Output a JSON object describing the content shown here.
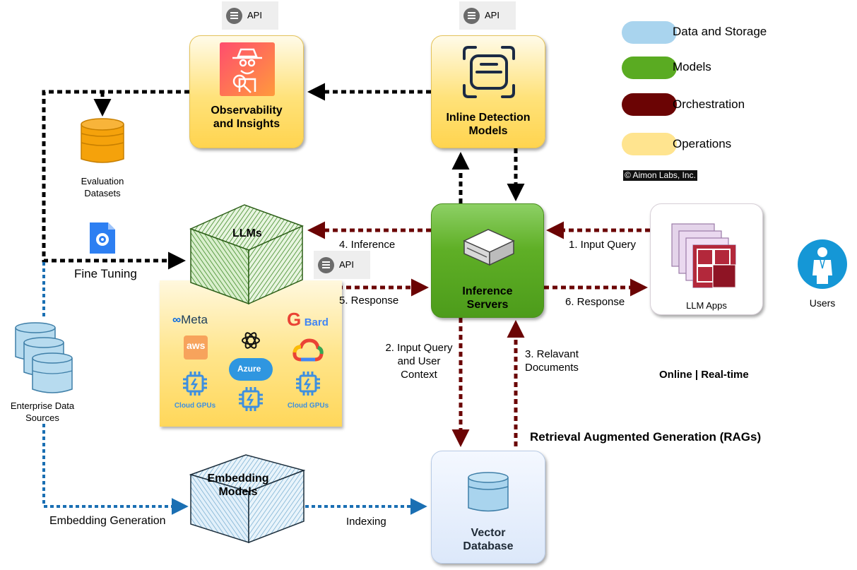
{
  "legend": {
    "items": [
      {
        "label": "Data and Storage",
        "color": "#a9d4ee"
      },
      {
        "label": "Models",
        "color": "#5aab22"
      },
      {
        "label": "Orchestration",
        "color": "#6b0404"
      },
      {
        "label": "Operations",
        "color": "#ffe48f"
      }
    ],
    "copyright": "© Aimon Labs, Inc."
  },
  "api_label": "API",
  "nodes": {
    "observability": "Observability and Insights",
    "inline_detection": "Inline Detection Models",
    "llms": "LLMs",
    "inference_servers": "Inference Servers",
    "llm_apps": "LLM Apps",
    "users": "Users",
    "evaluation_datasets": "Evaluation Datasets",
    "enterprise_sources": "Enterprise Data Sources",
    "embedding_models": "Embedding Models",
    "vector_database": "Vector Database"
  },
  "providers": {
    "meta": "Meta",
    "aws": "aws",
    "bard": "Bard",
    "azure": "Azure",
    "cloud_gpus": "Cloud GPUs"
  },
  "edges": {
    "input_query": "1. Input Query",
    "input_context": "2. Input Query and User Context",
    "relevant_docs": "3. Relavant Documents",
    "inference": "4. Inference",
    "response5": "5. Response",
    "response6": "6. Response",
    "fine_tuning": "Fine Tuning",
    "embedding_generation": "Embedding Generation",
    "indexing": "Indexing"
  },
  "annotations": {
    "online": "Online | Real-time",
    "rag": "Retrieval Augmented Generation (RAGs)"
  },
  "colors": {
    "orchestration_arrow": "#6b0404",
    "data_arrow": "#1a6fb3",
    "control_arrow": "#000000"
  }
}
